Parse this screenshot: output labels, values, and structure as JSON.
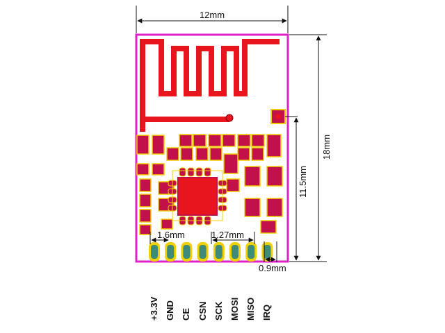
{
  "dimensions": {
    "width": "12mm",
    "height": "18mm",
    "pin_header_height": "11.5mm",
    "pin_offset": "1.6mm",
    "pin_pitch": "1.27mm",
    "pin_pad_width": "0.9mm"
  },
  "pins": [
    "+3.3V",
    "GND",
    "CE",
    "CSN",
    "SCK",
    "MOSI",
    "MISO",
    "IRQ"
  ],
  "colors": {
    "board_outline": "#e020c8",
    "copper_trace": "#e8141e",
    "component_pad": "#c2104a",
    "pin_pad": "#3d8b78",
    "silkscreen": "#f0d000",
    "dimension_line": "#111111"
  }
}
